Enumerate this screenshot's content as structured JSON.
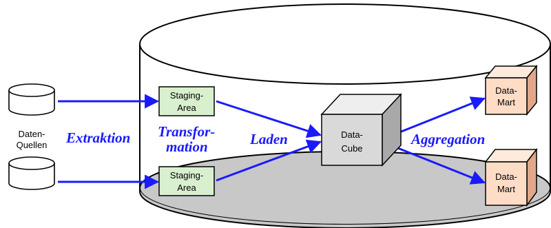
{
  "sources": {
    "label_line1": "Daten-",
    "label_line2": "Quellen"
  },
  "staging": {
    "top_line1": "Staging-",
    "top_line2": "Area",
    "bottom_line1": "Staging-",
    "bottom_line2": "Area"
  },
  "cube": {
    "line1": "Data-",
    "line2": "Cube"
  },
  "marts": {
    "top_line1": "Data-",
    "top_line2": "Mart",
    "bottom_line1": "Data-",
    "bottom_line2": "Mart"
  },
  "processes": {
    "extraction": "Extraktion",
    "transformation_line1": "Transfor-",
    "transformation_line2": "mation",
    "loading": "Laden",
    "aggregation": "Aggregation"
  },
  "colors": {
    "arrow": "#1a1aff",
    "staging_fill": "#d9f0cf",
    "mart_fill": "#ffdcc6",
    "cube_fill": "#d9d9d9",
    "floor_fill": "#c8c8c8"
  }
}
